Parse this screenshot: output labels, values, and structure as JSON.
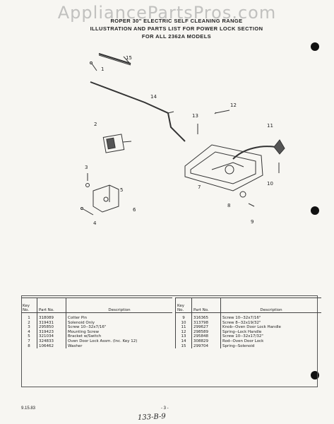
{
  "watermark": "AppliancePartsPros.com",
  "header": {
    "line1": "ROPER 30\" ELECTRIC SELF CLEANING RANGE",
    "line2": "ILLUSTRATION AND PARTS LIST FOR POWER LOCK SECTION",
    "line3": "FOR ALL 2362A MODELS"
  },
  "callouts": [
    "1",
    "2",
    "3",
    "4",
    "5",
    "6",
    "7",
    "8",
    "9",
    "10",
    "11",
    "12",
    "13",
    "14",
    "15"
  ],
  "table": {
    "headers": {
      "key": "Key No.",
      "part": "Part No.",
      "description": "Description"
    },
    "left": [
      {
        "key": "1",
        "part": "318089",
        "description": "Cotter Pin"
      },
      {
        "key": "2",
        "part": "319431",
        "description": "Solenoid Only"
      },
      {
        "key": "3",
        "part": "295850",
        "description": "Screw 10--32x7/16\""
      },
      {
        "key": "4",
        "part": "319423",
        "description": "Mounting Screw"
      },
      {
        "key": "5",
        "part": "321034",
        "description": "Bracket w/Switch"
      },
      {
        "key": "7",
        "part": "324833",
        "description": "Oven Door Lock Assm. (Inc. Key 12)"
      },
      {
        "key": "8",
        "part": "106462",
        "description": "Washer"
      }
    ],
    "right": [
      {
        "key": "9",
        "part": "316365",
        "description": "Screw 10--32x7/16\""
      },
      {
        "key": "10",
        "part": "313798",
        "description": "Screw 8--32x19/32\""
      },
      {
        "key": "11",
        "part": "299627",
        "description": "Knob--Oven Door Lock Handle"
      },
      {
        "key": "12",
        "part": "298589",
        "description": "Spring--Lock Handle"
      },
      {
        "key": "13",
        "part": "295848",
        "description": "Screw 10--32x17/32\""
      },
      {
        "key": "14",
        "part": "308829",
        "description": "Rod--Oven Door Lock"
      },
      {
        "key": "15",
        "part": "299704",
        "description": "Spring--Solenoid"
      }
    ]
  },
  "footer": {
    "date": "9.15.83",
    "page": "- 3 -",
    "handwritten": "133-B-9"
  }
}
